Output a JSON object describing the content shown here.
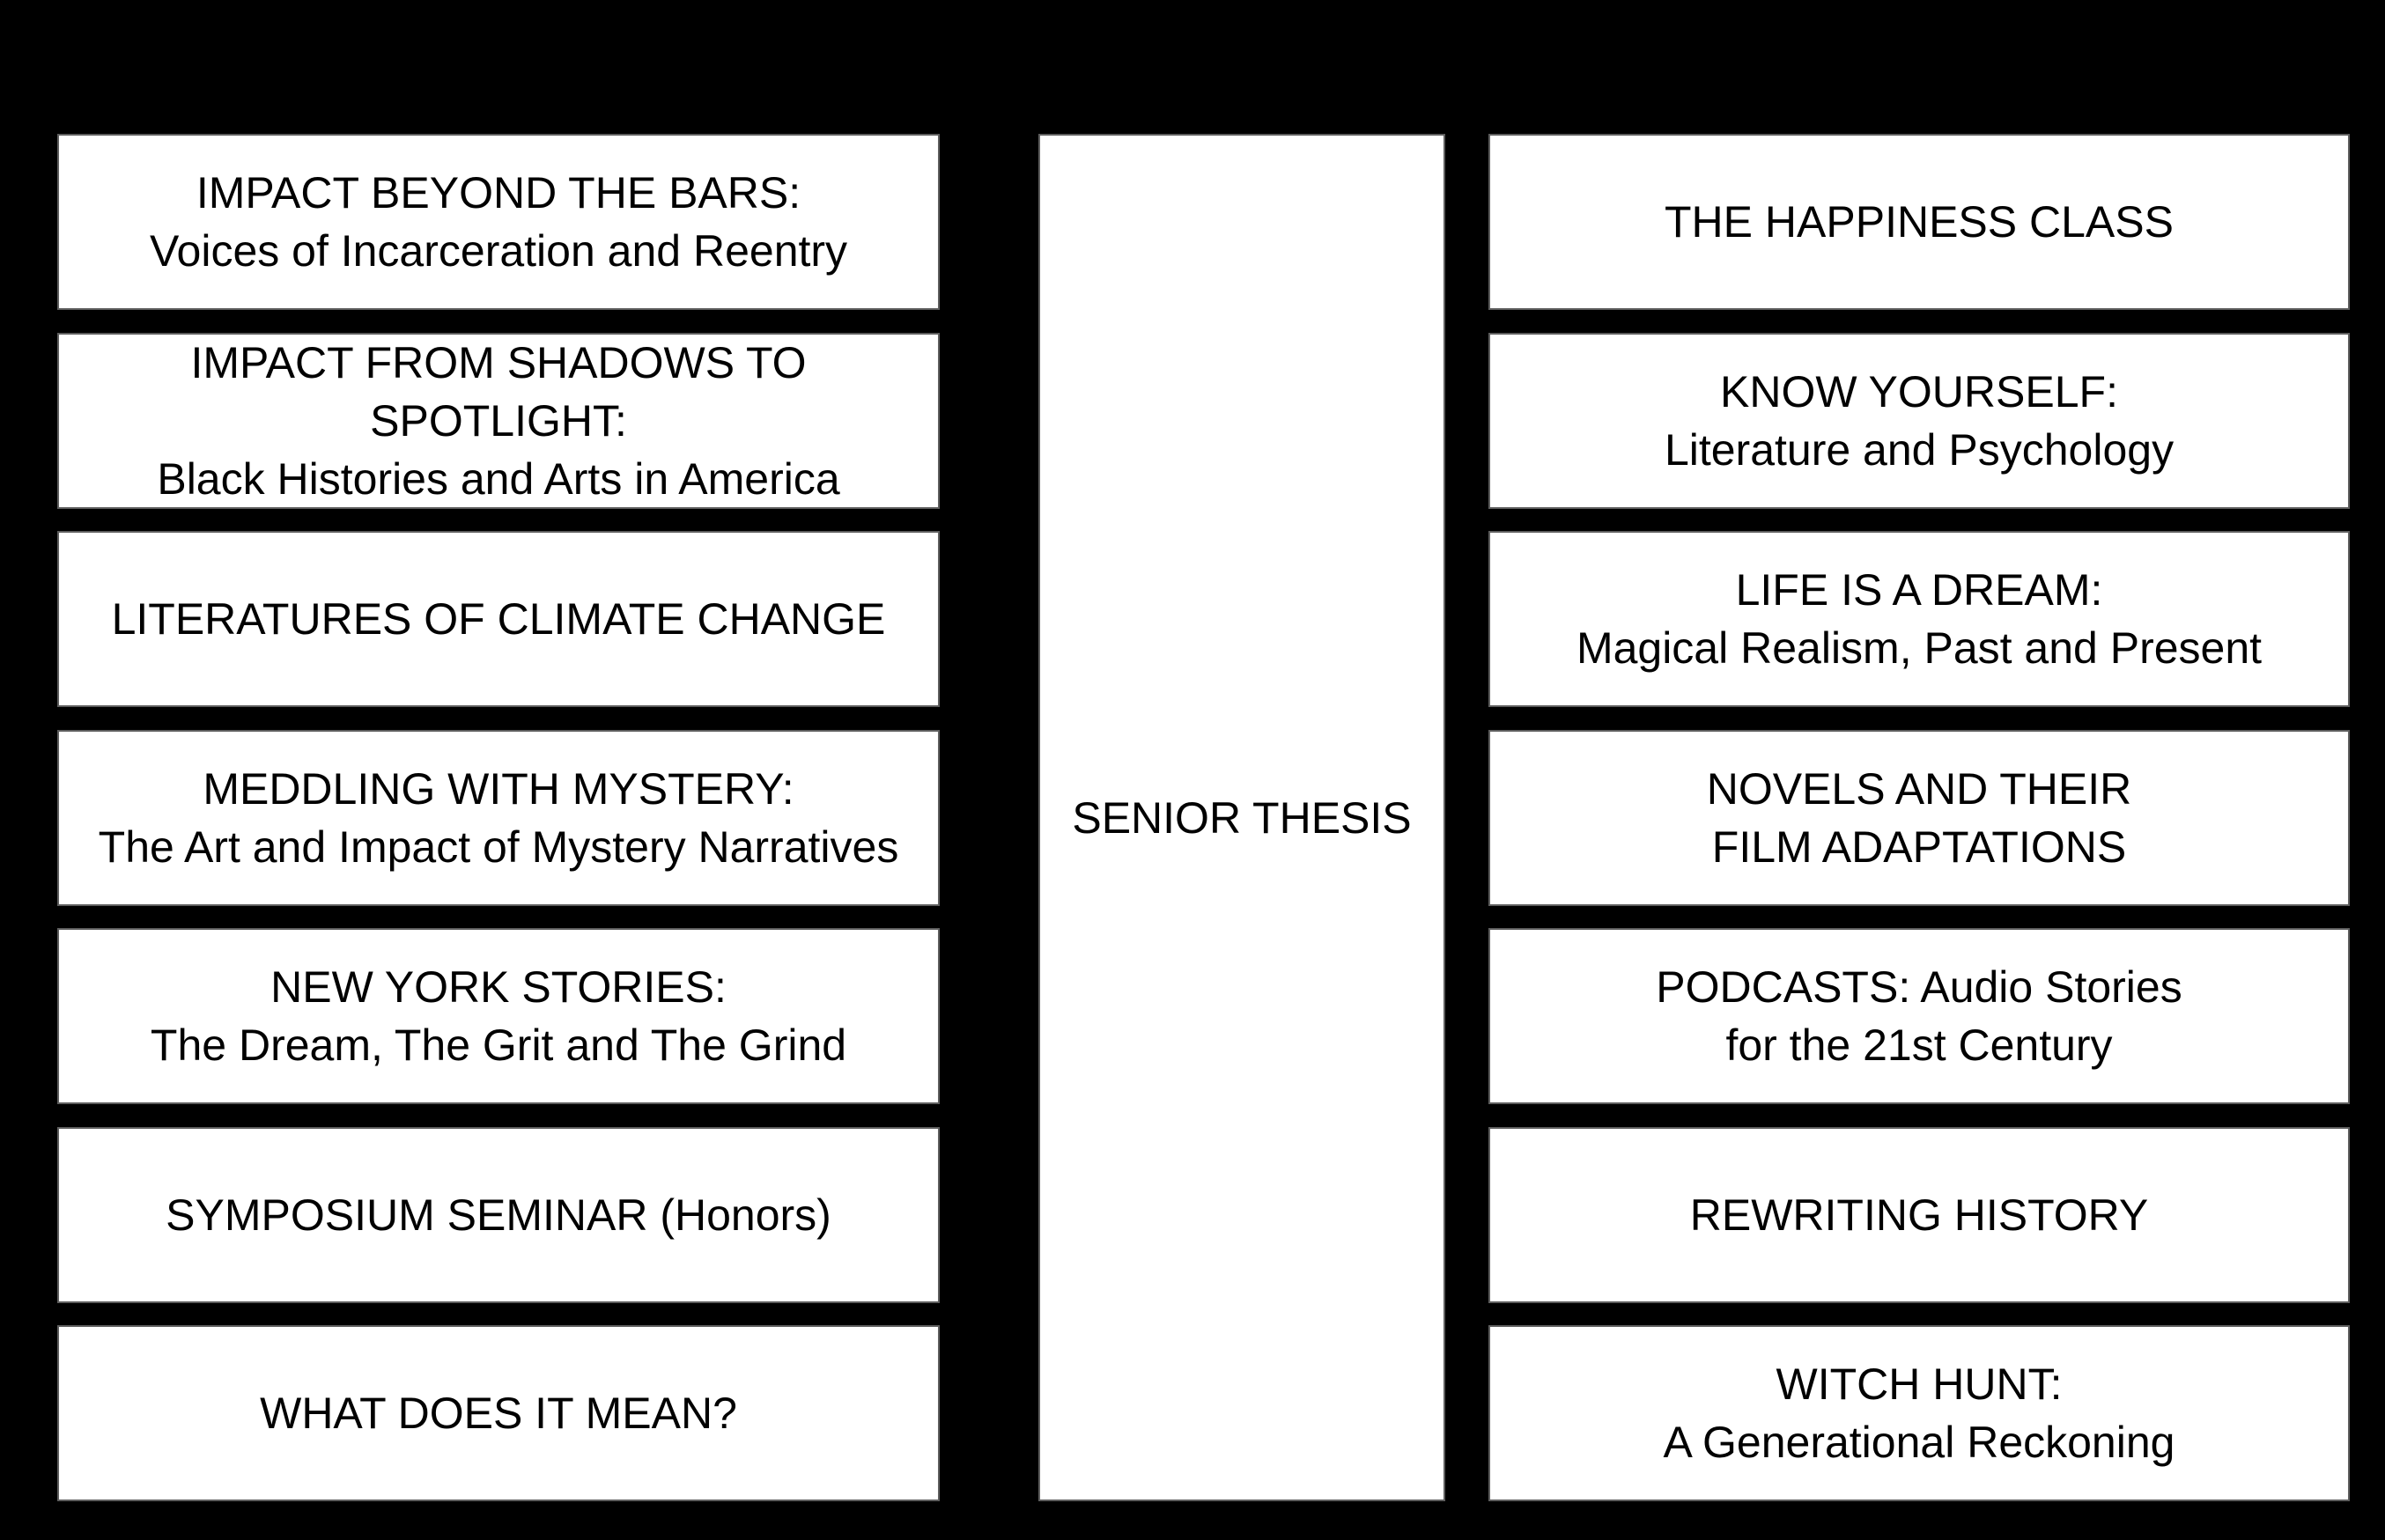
{
  "diagram": {
    "description": "English elective course flow chart",
    "background_color": "#000000",
    "box_fill_color": "#ffffff",
    "box_border_color": "#5e5e5e",
    "text_color": "#000000"
  },
  "columns": {
    "left": [
      {
        "l1": "IMPACT BEYOND THE BARS:",
        "l2": "Voices of Incarceration and Reentry"
      },
      {
        "l1": "IMPACT FROM SHADOWS TO",
        "l2": "SPOTLIGHT:",
        "l3": "Black Histories and Arts in America"
      },
      {
        "l1": "LITERATURES OF CLIMATE CHANGE"
      },
      {
        "l1": "MEDDLING WITH MYSTERY:",
        "l2": "The Art and Impact of Mystery Narratives"
      },
      {
        "l1": "NEW YORK STORIES:",
        "l2": "The Dream, The Grit and The Grind"
      },
      {
        "l1": "SYMPOSIUM SEMINAR (Honors)"
      },
      {
        "l1": "WHAT DOES IT MEAN?"
      }
    ],
    "middle": [
      {
        "l1": "SENIOR THESIS"
      }
    ],
    "right": [
      {
        "l1": "THE HAPPINESS CLASS"
      },
      {
        "l1": "KNOW YOURSELF:",
        "l2": "Literature and Psychology"
      },
      {
        "l1": "LIFE IS A DREAM:",
        "l2": "Magical Realism, Past and Present"
      },
      {
        "l1": "NOVELS AND THEIR",
        "l2": "FILM ADAPTATIONS"
      },
      {
        "l1": "PODCASTS: Audio Stories",
        "l2": "for the 21st Century"
      },
      {
        "l1": "REWRITING HISTORY"
      },
      {
        "l1": "WITCH HUNT:",
        "l2": "A Generational Reckoning"
      }
    ]
  }
}
